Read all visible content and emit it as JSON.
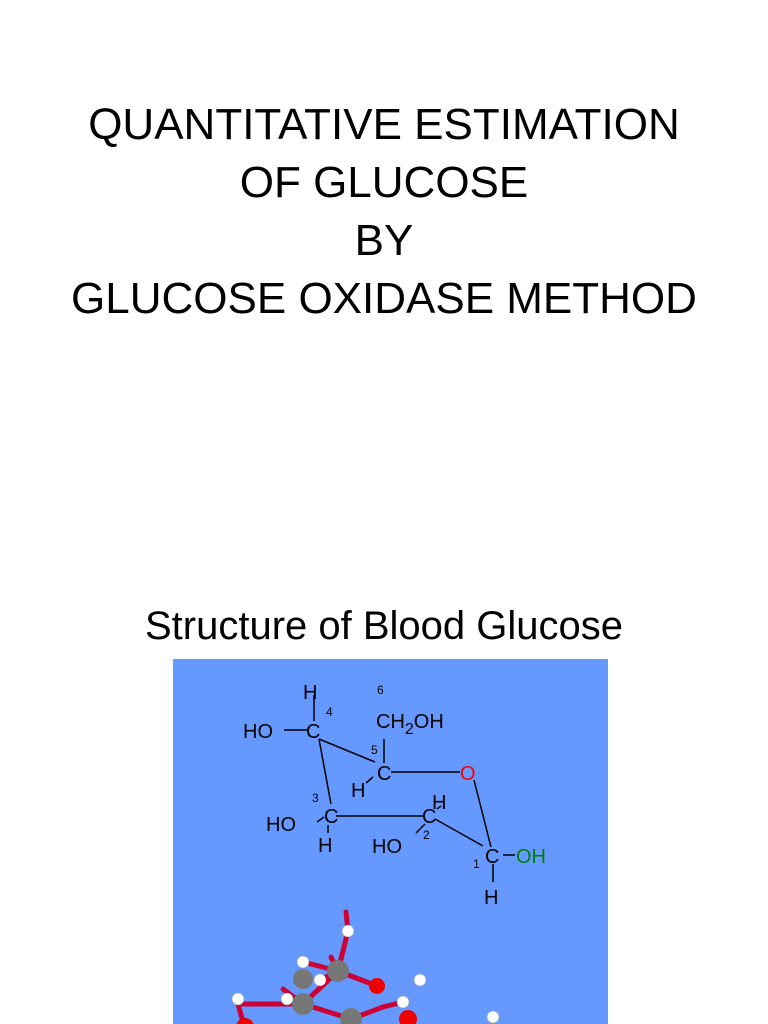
{
  "title": {
    "lines": [
      "QUANTITATIVE ESTIMATION",
      "OF GLUCOSE",
      "BY",
      "GLUCOSE OXIDASE METHOD"
    ]
  },
  "section": {
    "heading": "Structure of Blood Glucose"
  },
  "structure": {
    "colors": {
      "background": "#6699ff",
      "bond": "#000000",
      "ring_oxygen": "#ff0000",
      "anomeric_oh": "#008000",
      "model_bond": "#cc0033",
      "model_carbon": "#777777",
      "model_oxygen": "#ee0000",
      "model_hydrogen": "#ffffff"
    },
    "labels": {
      "h_top": "H",
      "ho_c4": "HO",
      "c4": "C",
      "num4": "4",
      "num6": "6",
      "ch2oh_ch": "CH",
      "ch2oh_sub": "2",
      "ch2oh_oh": "OH",
      "num5": "5",
      "c5": "C",
      "h_c5": "H",
      "ring_o": "O",
      "num3": "3",
      "c3": "C",
      "ho_c3": "HO",
      "h_c3": "H",
      "c2": "C",
      "h_c2": "H",
      "ho_c2": "HO",
      "num2": "2",
      "num1": "1",
      "c1": "C",
      "oh_c1": "OH",
      "h_c1": "H"
    }
  }
}
